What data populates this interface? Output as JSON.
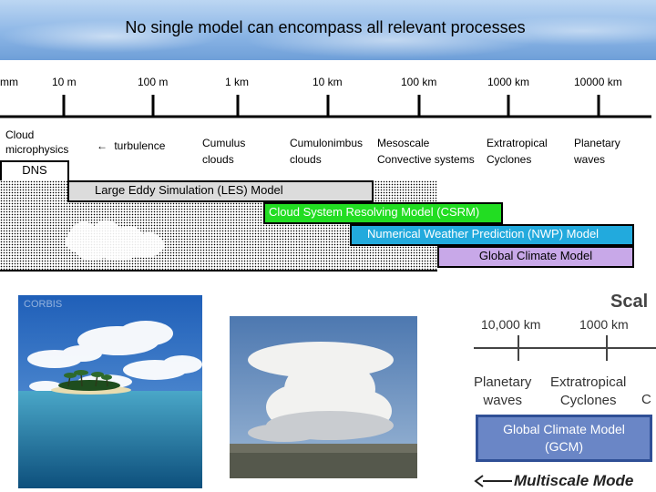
{
  "title": "No single model can encompass all relevant processes",
  "scale_ticks": [
    "mm",
    "10 m",
    "100 m",
    "1 km",
    "10 km",
    "100 km",
    "1000 km",
    "10000 km"
  ],
  "processes": {
    "cloud_microphysics": [
      "Cloud",
      "microphysics"
    ],
    "turbulence": "turbulence",
    "arrow_glyph": "←",
    "cumulus": [
      "Cumulus",
      "clouds"
    ],
    "cumulonimbus": [
      "Cumulonimbus",
      "clouds"
    ],
    "mesoscale": [
      "Mesoscale",
      "Convective systems"
    ],
    "extratropical": [
      "Extratropical",
      "Cyclones"
    ],
    "planetary": [
      "Planetary",
      "waves"
    ]
  },
  "models": {
    "dns": "DNS",
    "les": "Large Eddy Simulation (LES) Model",
    "csrm": "Cloud System Resolving Model (CSRM)",
    "nwp": "Numerical Weather Prediction (NWP) Model",
    "gcm": "Global Climate Model"
  },
  "colors": {
    "les": "#dcdcdc",
    "csrm": "#22dd22",
    "nwp": "#22aadd",
    "gcm": "#c8a8e8"
  },
  "inset": {
    "heading": "Scal",
    "ticks": [
      "10,000 km",
      "1000 km"
    ],
    "planetary": [
      "Planetary",
      "waves"
    ],
    "extratropical": [
      "Extratropical",
      "Cyclones"
    ],
    "cut_label": "C",
    "gcm_box": [
      "Global Climate Model",
      "(GCM)"
    ],
    "footer": "Multiscale Mode"
  },
  "photo_watermark": "CORBIS"
}
